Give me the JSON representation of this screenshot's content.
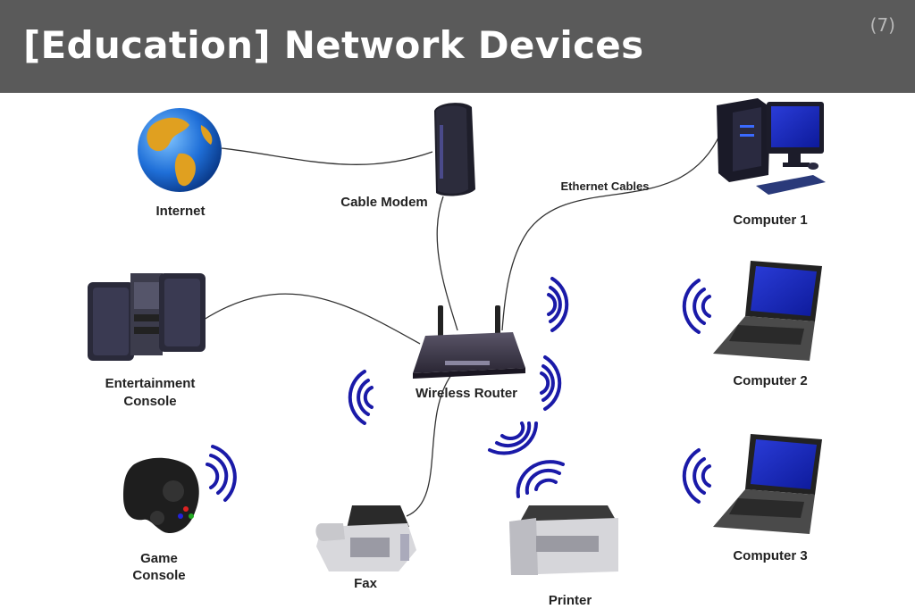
{
  "slide": {
    "title": "[Education] Network Devices",
    "page_number": "(7)"
  },
  "diagram": {
    "edge_label": "Ethernet Cables",
    "devices": {
      "internet": "Internet",
      "cable_modem": "Cable Modem",
      "computer1": "Computer 1",
      "entertainment_line1": "Entertainment",
      "entertainment_line2": "Console",
      "wireless_router": "Wireless Router",
      "computer2": "Computer 2",
      "game_line1": "Game",
      "game_line2": "Console",
      "fax": "Fax",
      "printer": "Printer",
      "computer3": "Computer 3"
    },
    "colors": {
      "header_bg": "#5a5a5a",
      "signal_waves": "#1a1aa8",
      "cables": "#333333"
    }
  }
}
